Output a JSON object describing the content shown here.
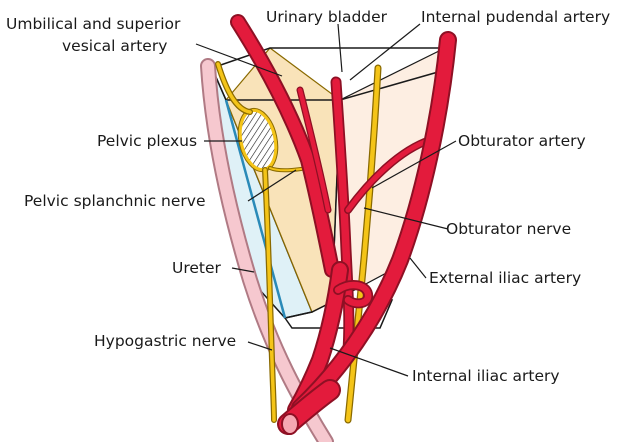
{
  "labels": {
    "umbilical_1": "Umbilical and superior",
    "umbilical_2": "vesical artery",
    "urinary_bladder": "Urinary bladder",
    "internal_pudendal": "Internal pudendal artery",
    "pelvic_plexus": "Pelvic plexus",
    "obturator_artery": "Obturator artery",
    "pelvic_splanchnic": "Pelvic splanchnic nerve",
    "obturator_nerve": "Obturator nerve",
    "ureter": "Ureter",
    "external_iliac": "External iliac artery",
    "hypogastric": "Hypogastric nerve",
    "internal_iliac": "Internal iliac artery"
  },
  "colors": {
    "artery": "#e31b3c",
    "artery_outline": "#8e1024",
    "nerve": "#f4c418",
    "nerve_outline": "#8a6a00",
    "ureter": "#f6c8cf",
    "ureter_outline": "#b07a84",
    "left_wall": "#dff1f7",
    "bladder_face": "#f9e3b9",
    "right_wall": "#fdeee2",
    "edge": "#1a1a1a",
    "leader": "#1a1a1a"
  }
}
